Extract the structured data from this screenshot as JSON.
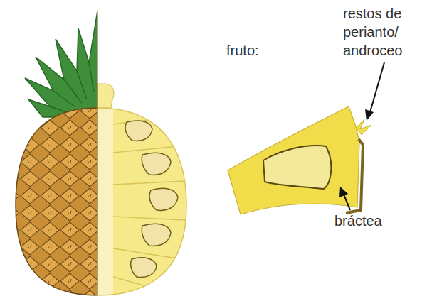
{
  "diagram": {
    "labels": [
      "fruto:",
      "restos de perianto/ androceo",
      "bráctea"
    ]
  }
}
